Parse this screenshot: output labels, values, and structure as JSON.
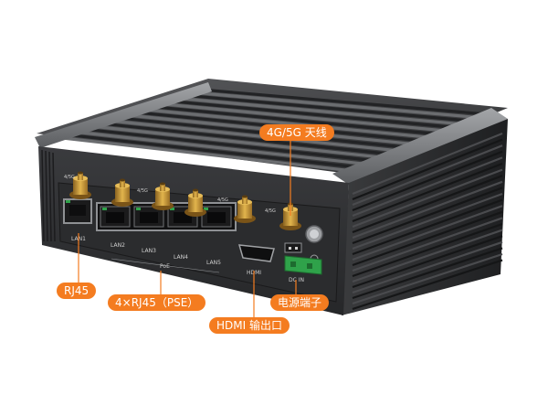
{
  "callouts": {
    "antenna": "4G/5G 天线",
    "rj45": "RJ45",
    "rj45_pse": "4×RJ45（PSE）",
    "power": "电源端子",
    "hdmi": "HDMI 输出口"
  },
  "panel_labels": {
    "lan1": "LAN1",
    "lan2": "LAN2",
    "lan3": "LAN3",
    "lan4": "LAN4",
    "lan5": "LAN5",
    "poe": "PoE",
    "hdmi": "HDMI",
    "dc_in": "DC IN",
    "antenna_4g_left": "4/5G",
    "antenna_4g_mid": "4/5G",
    "antenna_4g_right": "4/5G",
    "antenna_4g_far": "4/5G"
  },
  "colors": {
    "callout": "#f47c20",
    "chassis": "#3a3b3d",
    "panel": "#2c2d2f",
    "antenna_gold": "#c9962e",
    "terminal_green": "#2fa24a"
  }
}
